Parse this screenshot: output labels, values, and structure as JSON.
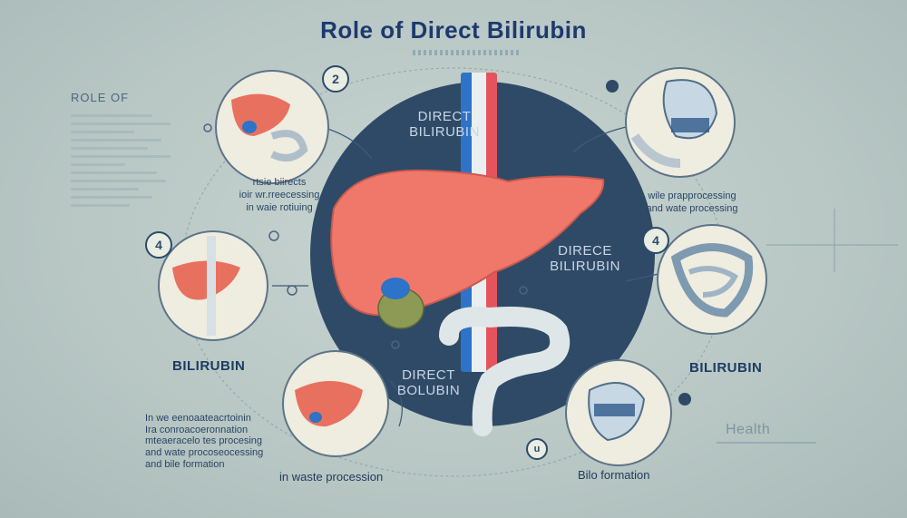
{
  "title": "Role of Direct Bilirubin",
  "left_heading": "ROLE OF",
  "center_labels": {
    "top": [
      "DIRECT",
      "BILIRUBIN"
    ],
    "right": [
      "DIRECE",
      "BILIRUBIN"
    ],
    "bottom": [
      "DIRECT",
      "BOLUBIN"
    ]
  },
  "badges": {
    "top": "2",
    "left": "4",
    "right": "4",
    "bottom": "u"
  },
  "annotations": {
    "upper_left": [
      "rtsie biirects",
      "ioir wr.rreecessing",
      "in waie rotiuing"
    ],
    "upper_right": [
      "wile prapprocessing",
      "and wate processing"
    ],
    "bilirubin_left": "BILIRUBIN",
    "bilirubin_right": "BILIRUBIN",
    "waste": "in waste procession",
    "bile": "Bilo formation",
    "health": "Health"
  },
  "left_text_block": [
    "In we eenoaateacrtoinin",
    "Ira conroacoeronnation",
    "mteaeracelo tes procesing",
    "and wate procoseocessing",
    "and bile formation"
  ],
  "colors": {
    "liver": "#f0786a",
    "center_circle": "#2f4a66",
    "vessel_blue": "#2d73c7",
    "vessel_red": "#e5545c",
    "gallbladder": "#8c9a55"
  }
}
